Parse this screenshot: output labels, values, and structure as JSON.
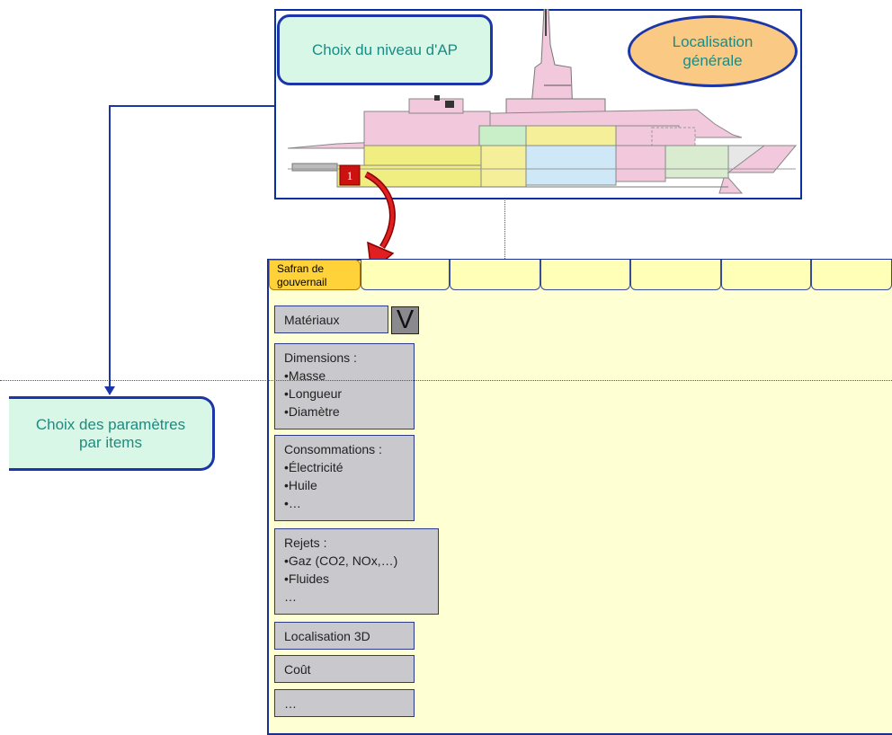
{
  "colors": {
    "box_fill": "#d9f7e6",
    "box_border": "#1c35a8",
    "box_text": "#1a8c86",
    "ellipse_fill": "#fac983",
    "panel_fill": "#ffffd4",
    "tab_active": "#ffd23a",
    "param_fill": "#c9c8cd",
    "marker_red": "#cc1111"
  },
  "level_box": {
    "label": "Choix du niveau d'AP"
  },
  "location": {
    "line1": "Localisation",
    "line2": "générale"
  },
  "items_box": {
    "line1": "Choix des paramètres",
    "line2": "par items"
  },
  "marker": {
    "label": "1"
  },
  "tabs": {
    "active_label": "Safran de gouvernail"
  },
  "params": {
    "materials": {
      "label": "Matériaux",
      "toggle": "V"
    },
    "dimensions": {
      "title": "Dimensions :",
      "lines": [
        "•Masse",
        "•Longueur",
        "•Diamètre"
      ]
    },
    "consumption": {
      "title": "Consommations :",
      "lines": [
        "•Électricité",
        "•Huile",
        "•…"
      ]
    },
    "emissions": {
      "title": "Rejets :",
      "lines": [
        "•Gaz (CO2, NOx,…)",
        "•Fluides",
        "…"
      ]
    },
    "location3d": {
      "label": "Localisation 3D"
    },
    "cost": {
      "label": "Coût"
    },
    "more": {
      "label": "…"
    }
  }
}
